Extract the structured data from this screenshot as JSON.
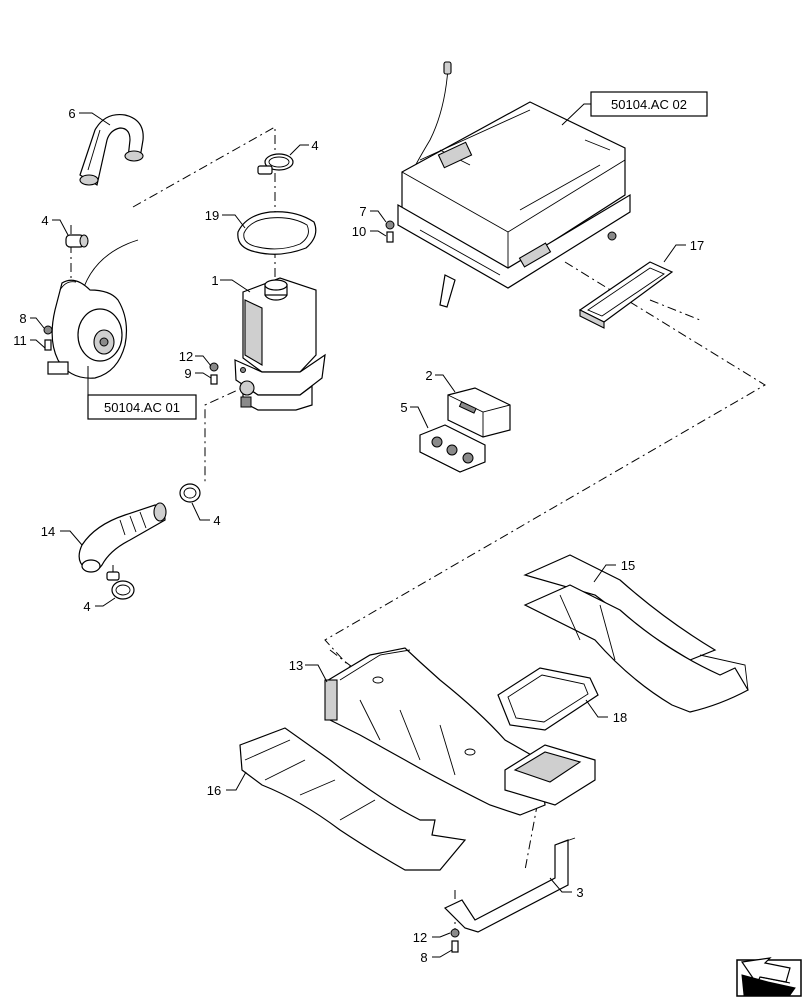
{
  "callouts": [
    {
      "id": "c6",
      "text": "6"
    },
    {
      "id": "c4a",
      "text": "4"
    },
    {
      "id": "c4b",
      "text": "4"
    },
    {
      "id": "c19",
      "text": "19"
    },
    {
      "id": "c1",
      "text": "1"
    },
    {
      "id": "c8a",
      "text": "8"
    },
    {
      "id": "c11",
      "text": "11"
    },
    {
      "id": "c12a",
      "text": "12"
    },
    {
      "id": "c9",
      "text": "9"
    },
    {
      "id": "c7",
      "text": "7"
    },
    {
      "id": "c10",
      "text": "10"
    },
    {
      "id": "c17",
      "text": "17"
    },
    {
      "id": "c2",
      "text": "2"
    },
    {
      "id": "c5",
      "text": "5"
    },
    {
      "id": "c4c",
      "text": "4"
    },
    {
      "id": "c14",
      "text": "14"
    },
    {
      "id": "c4d",
      "text": "4"
    },
    {
      "id": "c15",
      "text": "15"
    },
    {
      "id": "c13",
      "text": "13"
    },
    {
      "id": "c18",
      "text": "18"
    },
    {
      "id": "c16",
      "text": "16"
    },
    {
      "id": "c3",
      "text": "3"
    },
    {
      "id": "c12b",
      "text": "12"
    },
    {
      "id": "c8b",
      "text": "8"
    }
  ],
  "references": {
    "ac02": "50104.AC 02",
    "ac01": "50104.AC 01"
  },
  "icons": {
    "nav": "page-turn-arrow-icon"
  }
}
